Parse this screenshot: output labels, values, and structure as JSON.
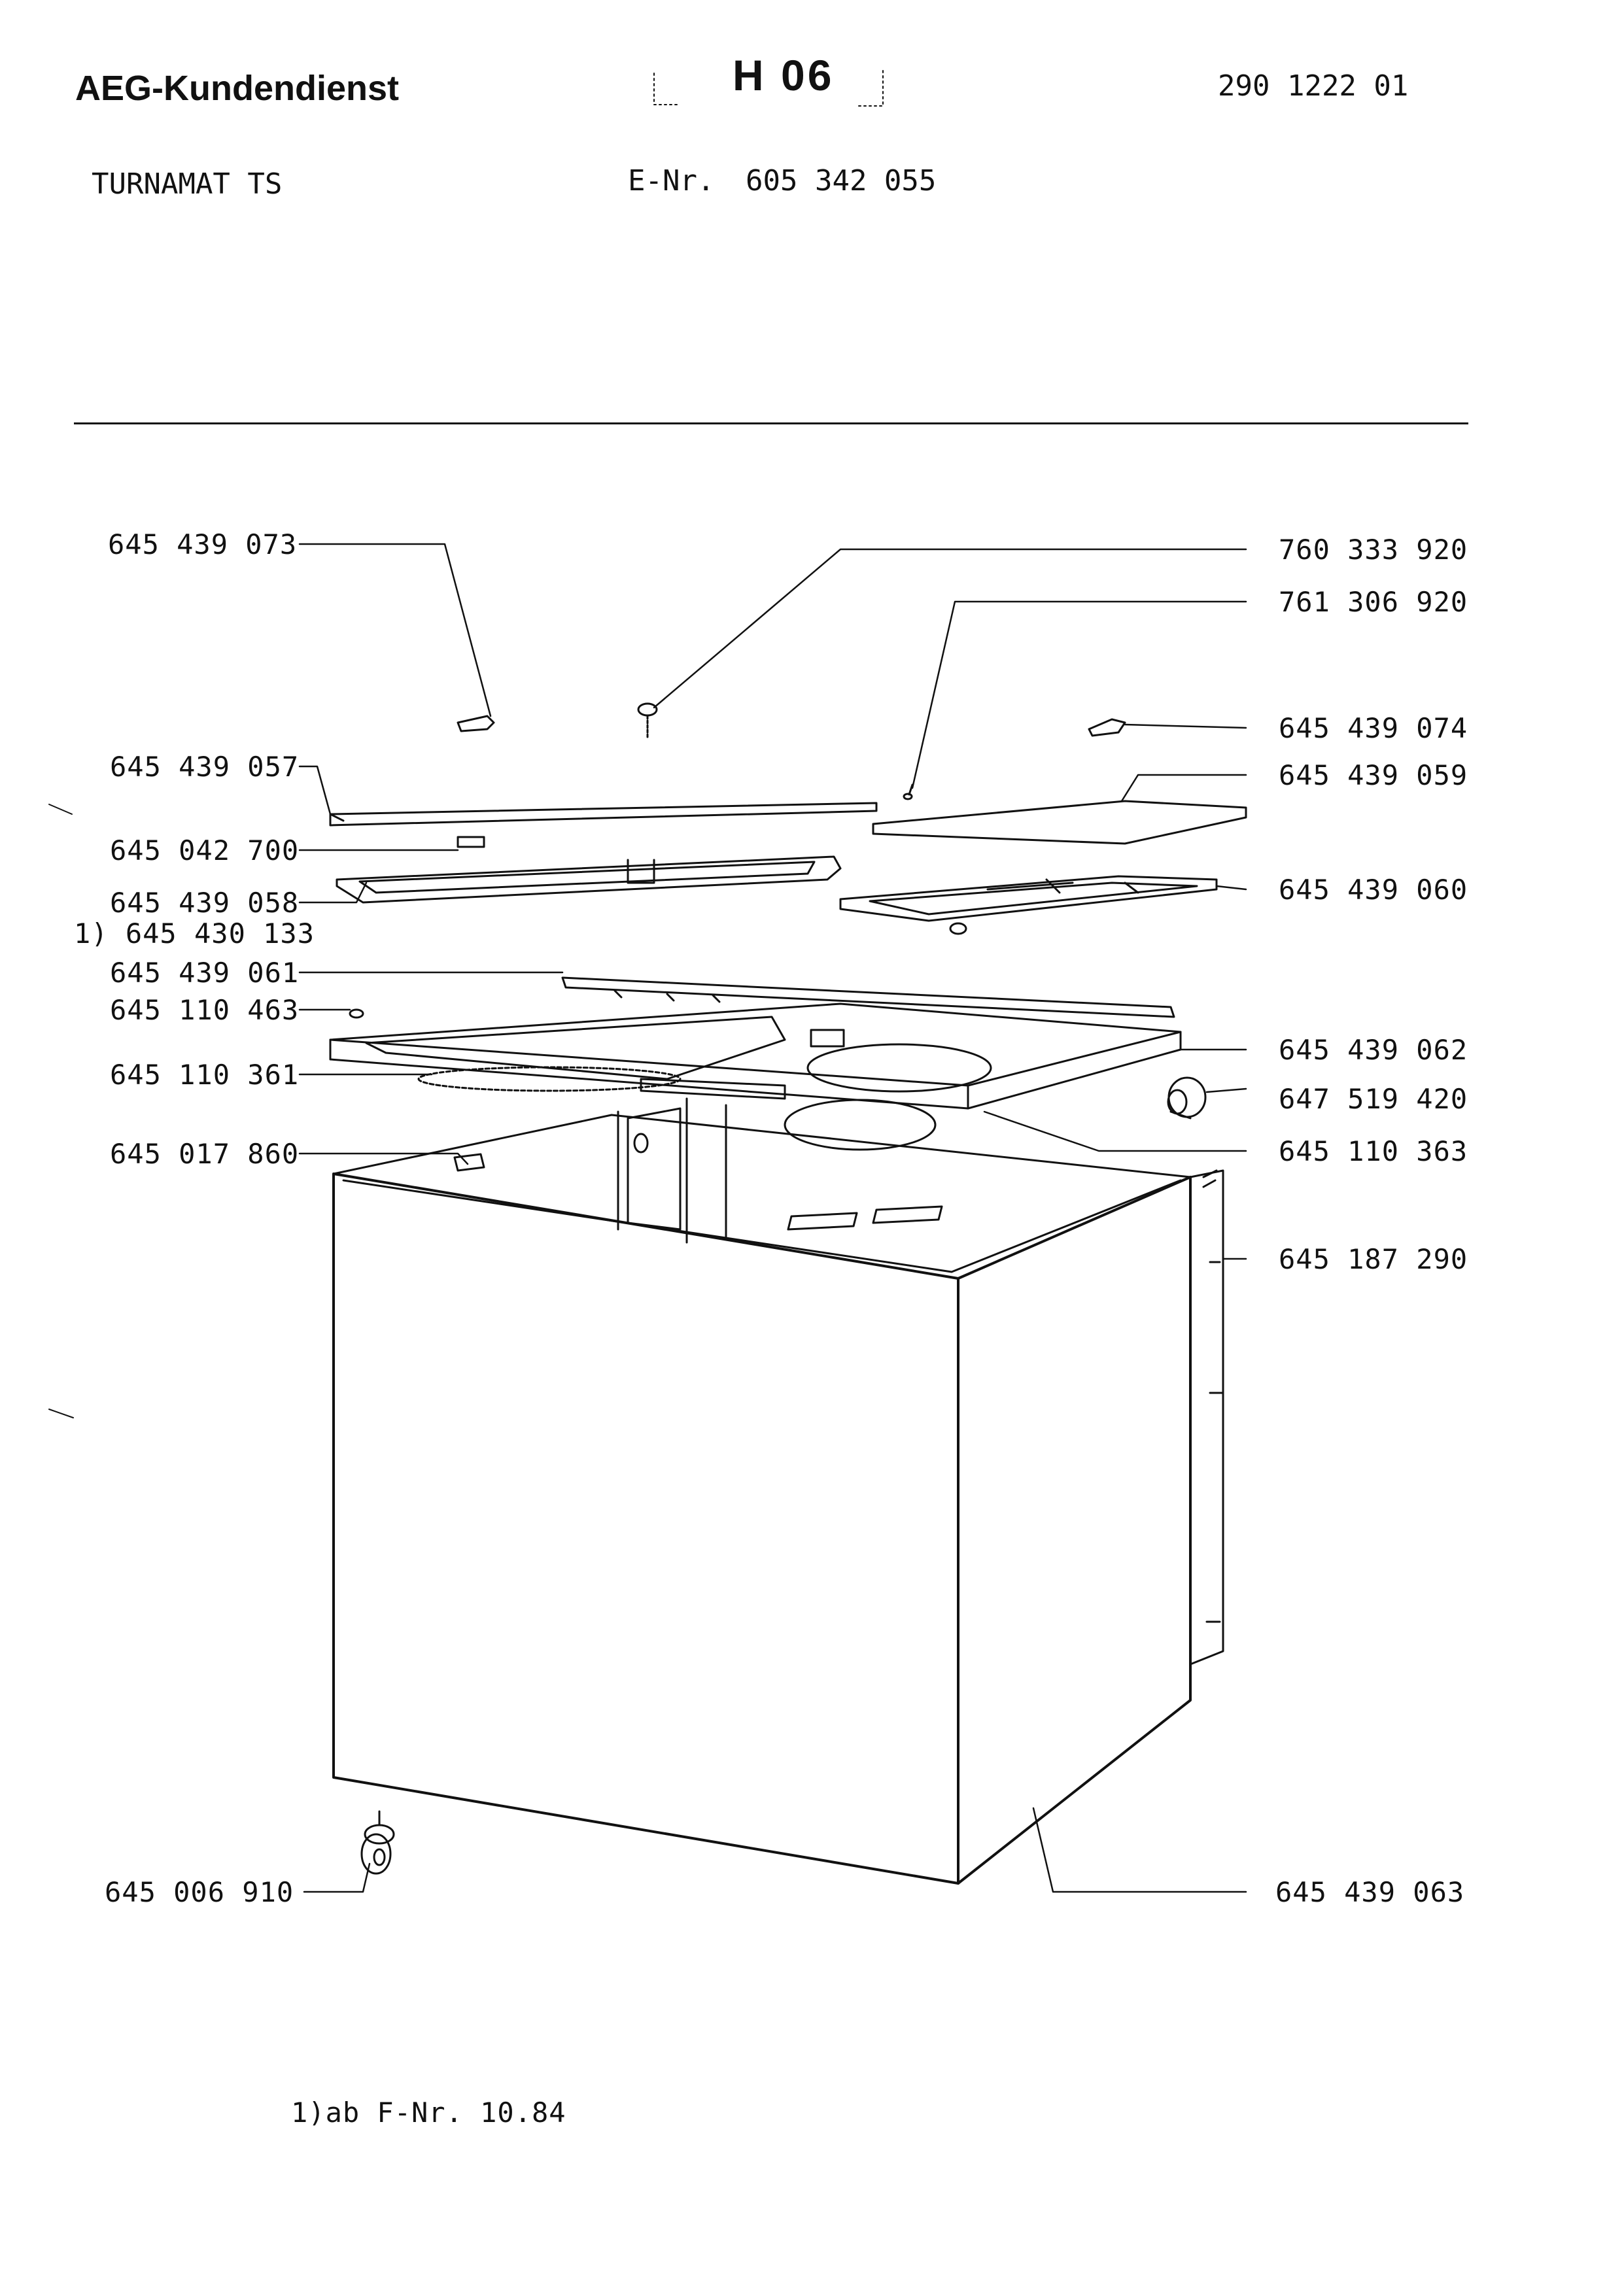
{
  "header": {
    "brand": "AEG-Kundendienst",
    "code": "H 06",
    "doc_number": "290 1222 01",
    "model": "TURNAMAT TS",
    "enr_label": "E-Nr.",
    "enr_value": "605 342 055"
  },
  "parts_left": [
    {
      "id": "p1",
      "label": "645 439 073"
    },
    {
      "id": "p2",
      "label": "645 439 057"
    },
    {
      "id": "p3",
      "label": "645 042 700"
    },
    {
      "id": "p4",
      "label": "645 439 058"
    },
    {
      "id": "p5",
      "label": "1) 645 430 133"
    },
    {
      "id": "p6",
      "label": "645 439 061"
    },
    {
      "id": "p7",
      "label": "645 110 463"
    },
    {
      "id": "p8",
      "label": "645 110 361"
    },
    {
      "id": "p9",
      "label": "645 017 860"
    },
    {
      "id": "p10",
      "label": "645 006 910"
    }
  ],
  "parts_right": [
    {
      "id": "r1",
      "label": "760 333 920"
    },
    {
      "id": "r2",
      "label": "761 306 920"
    },
    {
      "id": "r3",
      "label": "645 439 074"
    },
    {
      "id": "r4",
      "label": "645 439 059"
    },
    {
      "id": "r5",
      "label": "645 439 060"
    },
    {
      "id": "r6",
      "label": "645 439 062"
    },
    {
      "id": "r7",
      "label": "647 519 420"
    },
    {
      "id": "r8",
      "label": "645 110 363"
    },
    {
      "id": "r9",
      "label": "645 187 290"
    },
    {
      "id": "r10",
      "label": "645 439 063"
    }
  ],
  "footnote": "1)ab F-Nr. 10.84"
}
